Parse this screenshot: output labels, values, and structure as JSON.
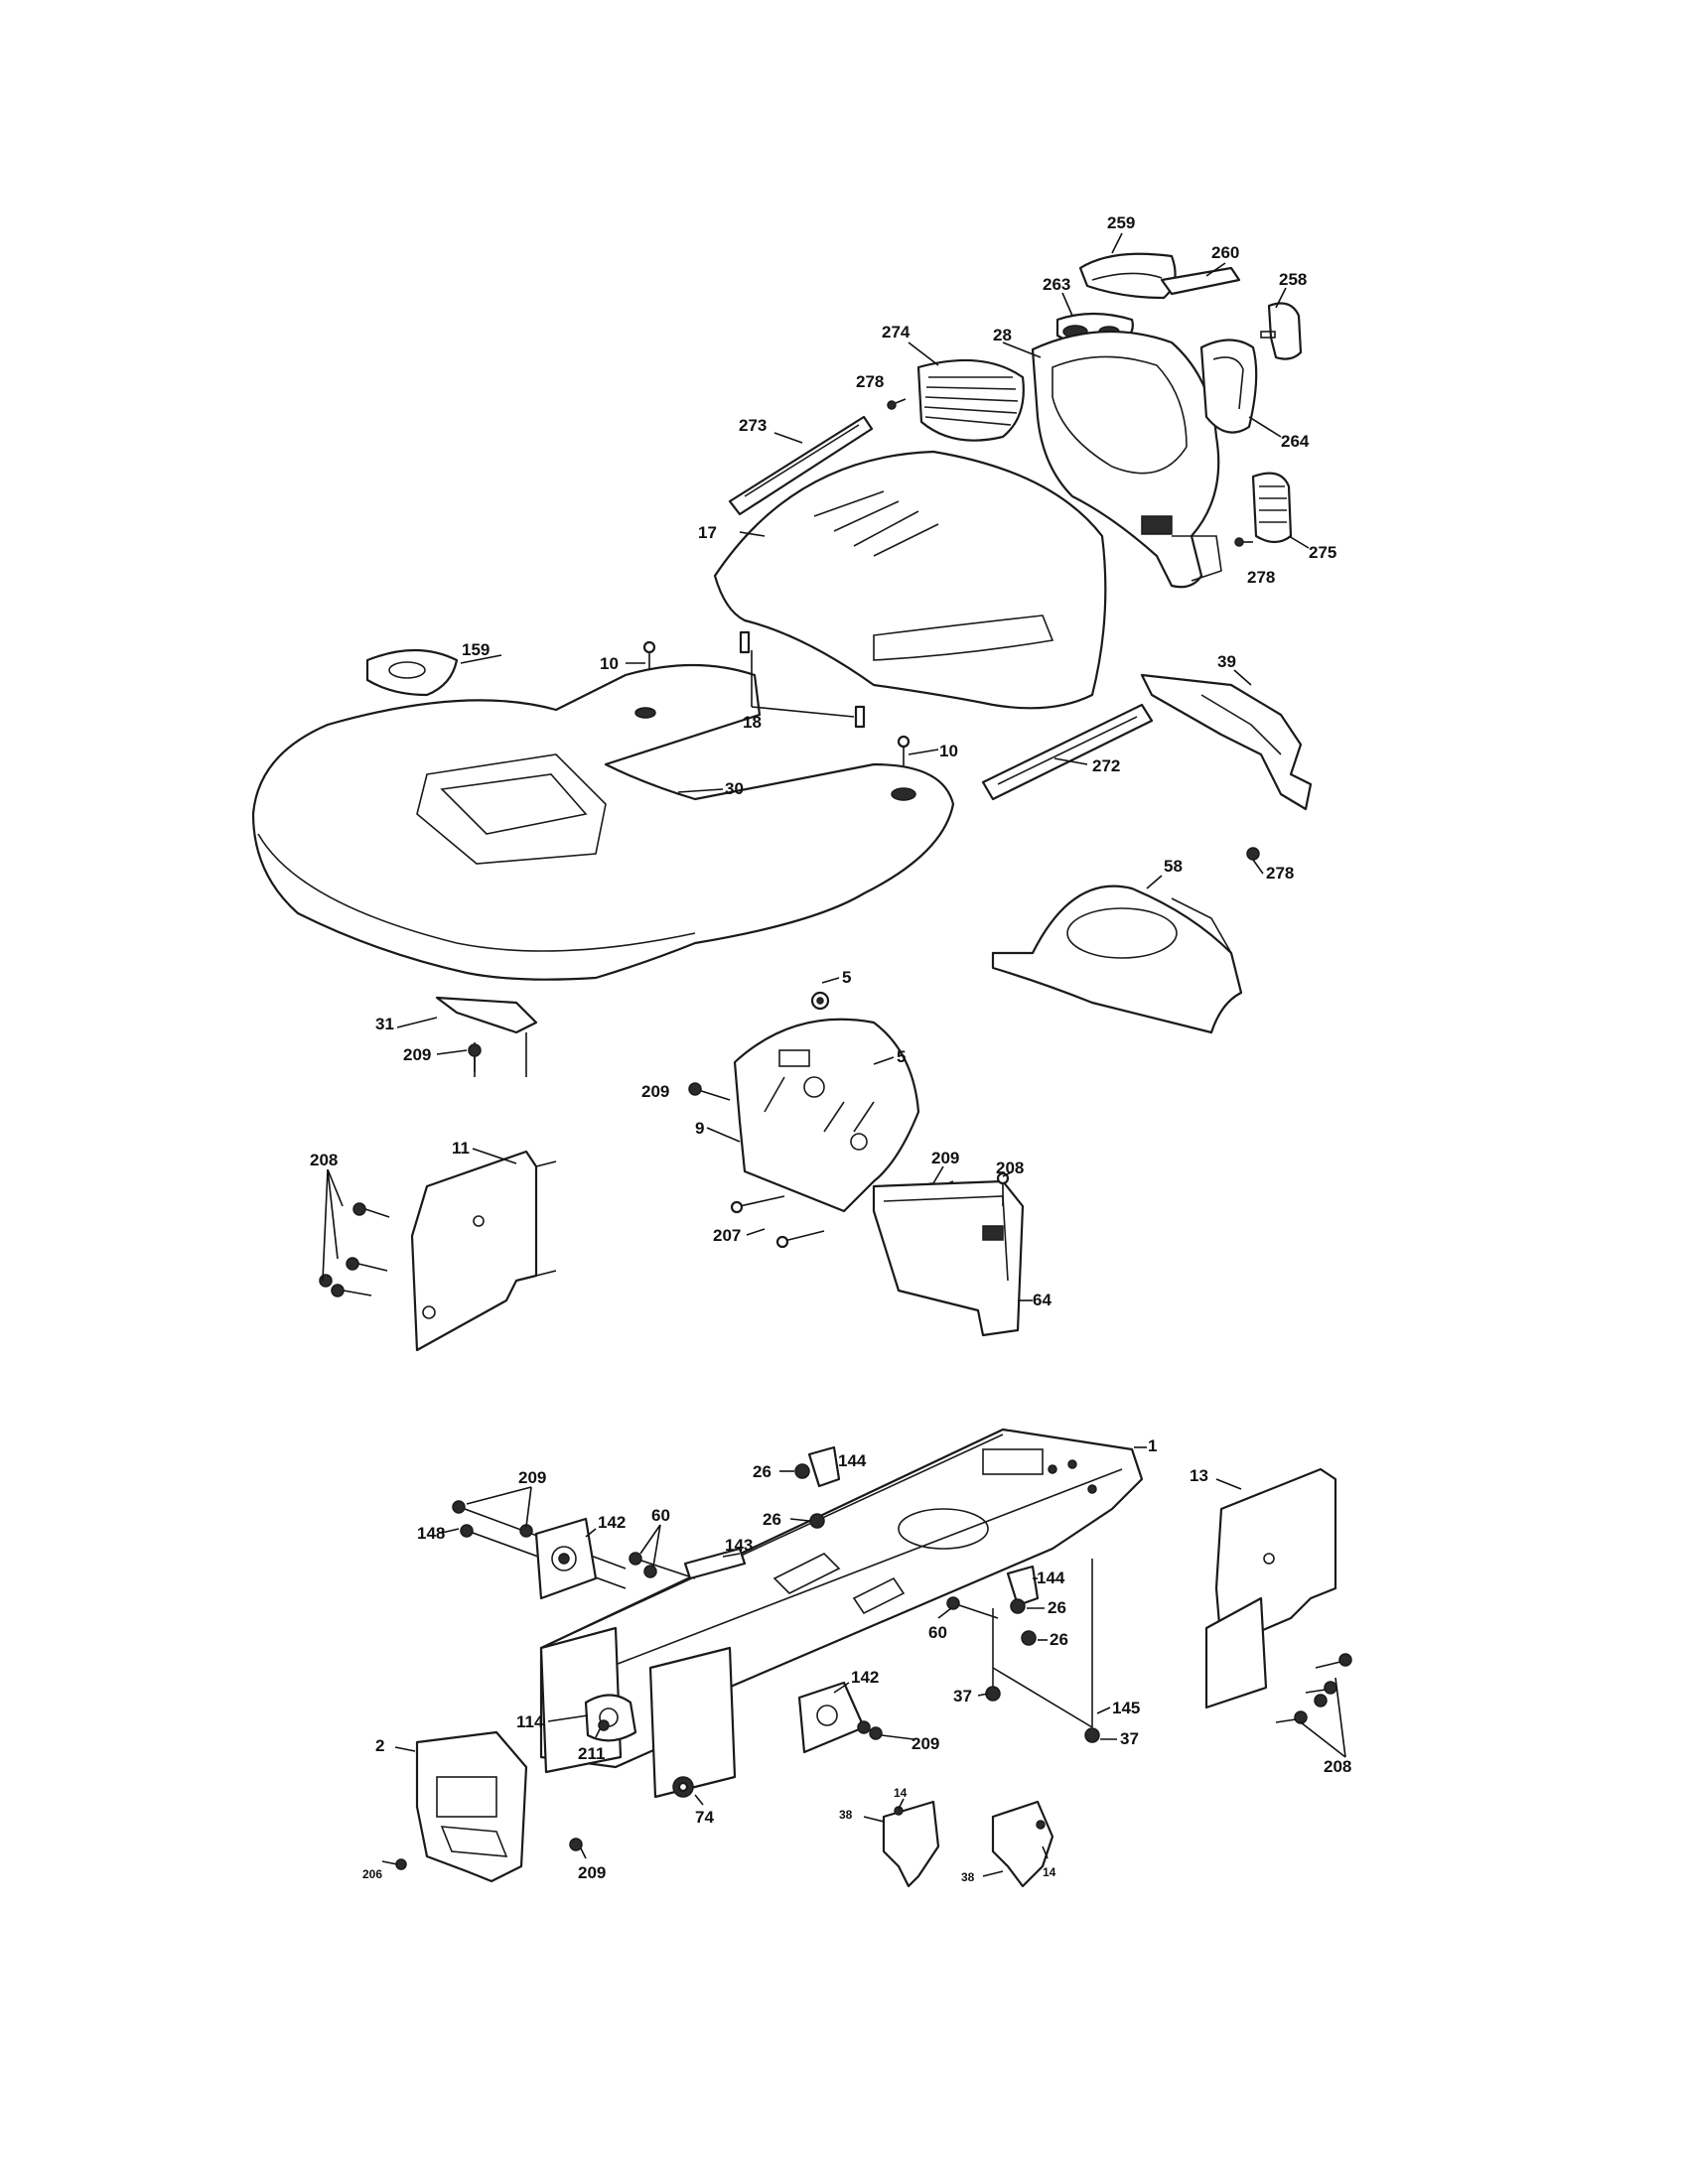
{
  "callouts": [
    {
      "id": "c259",
      "text": "259"
    },
    {
      "id": "c260",
      "text": "260"
    },
    {
      "id": "c258",
      "text": "258"
    },
    {
      "id": "c263",
      "text": "263"
    },
    {
      "id": "c274",
      "text": "274"
    },
    {
      "id": "c28",
      "text": "28"
    },
    {
      "id": "c278a",
      "text": "278"
    },
    {
      "id": "c264",
      "text": "264"
    },
    {
      "id": "c273",
      "text": "273"
    },
    {
      "id": "c275",
      "text": "275"
    },
    {
      "id": "c278b",
      "text": "278"
    },
    {
      "id": "c17",
      "text": "17"
    },
    {
      "id": "c159",
      "text": "159"
    },
    {
      "id": "c10a",
      "text": "10"
    },
    {
      "id": "c39",
      "text": "39"
    },
    {
      "id": "c18",
      "text": "18"
    },
    {
      "id": "c10b",
      "text": "10"
    },
    {
      "id": "c272",
      "text": "272"
    },
    {
      "id": "c30",
      "text": "30"
    },
    {
      "id": "c278c",
      "text": "278"
    },
    {
      "id": "c58",
      "text": "58"
    },
    {
      "id": "c5a",
      "text": "5"
    },
    {
      "id": "c5b",
      "text": "5"
    },
    {
      "id": "c31",
      "text": "31"
    },
    {
      "id": "c209a",
      "text": "209"
    },
    {
      "id": "c209b",
      "text": "209"
    },
    {
      "id": "c9",
      "text": "9"
    },
    {
      "id": "c11",
      "text": "11"
    },
    {
      "id": "c208a",
      "text": "208"
    },
    {
      "id": "c209c",
      "text": "209"
    },
    {
      "id": "c208b",
      "text": "208"
    },
    {
      "id": "c207",
      "text": "207"
    },
    {
      "id": "c64",
      "text": "64"
    },
    {
      "id": "c1",
      "text": "1"
    },
    {
      "id": "c13",
      "text": "13"
    },
    {
      "id": "c144a",
      "text": "144"
    },
    {
      "id": "c209d",
      "text": "209"
    },
    {
      "id": "c26a",
      "text": "26"
    },
    {
      "id": "c148",
      "text": "148"
    },
    {
      "id": "c142a",
      "text": "142"
    },
    {
      "id": "c60a",
      "text": "60"
    },
    {
      "id": "c26b",
      "text": "26"
    },
    {
      "id": "c143",
      "text": "143"
    },
    {
      "id": "c144b",
      "text": "144"
    },
    {
      "id": "c26c",
      "text": "26"
    },
    {
      "id": "c60b",
      "text": "60"
    },
    {
      "id": "c26d",
      "text": "26"
    },
    {
      "id": "c142b",
      "text": "142"
    },
    {
      "id": "c37a",
      "text": "37"
    },
    {
      "id": "c145",
      "text": "145"
    },
    {
      "id": "c37b",
      "text": "37"
    },
    {
      "id": "c114",
      "text": "114"
    },
    {
      "id": "c211",
      "text": "211"
    },
    {
      "id": "c209e",
      "text": "209"
    },
    {
      "id": "c2",
      "text": "2"
    },
    {
      "id": "c74",
      "text": "74"
    },
    {
      "id": "c208c",
      "text": "208"
    },
    {
      "id": "c14a",
      "text": "14"
    },
    {
      "id": "c38a",
      "text": "38"
    },
    {
      "id": "c206",
      "text": "206"
    },
    {
      "id": "c209f",
      "text": "209"
    },
    {
      "id": "c38b",
      "text": "38"
    },
    {
      "id": "c14b",
      "text": "14"
    }
  ]
}
